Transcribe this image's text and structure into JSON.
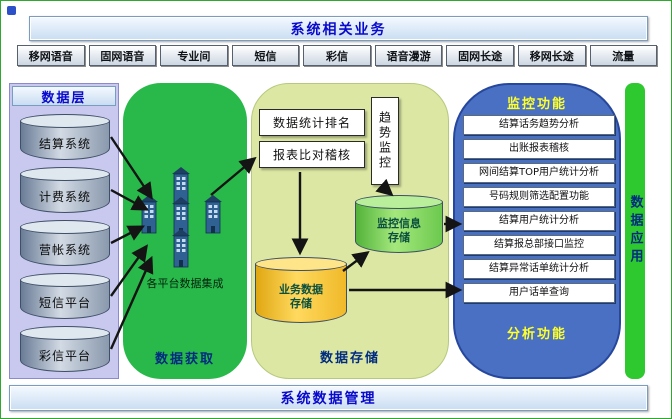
{
  "top_banner": {
    "title": "系统相关业务"
  },
  "services": [
    "移网语音",
    "固网语音",
    "专业间",
    "短信",
    "彩信",
    "语音漫游",
    "固网长途",
    "移网长途",
    "流量"
  ],
  "data_layer": {
    "title": "数据层",
    "systems": [
      "结算系统",
      "计费系统",
      "营帐系统",
      "短信平台",
      "彩信平台"
    ]
  },
  "acquisition": {
    "label": "数据获取",
    "caption": "各平台数据集成"
  },
  "storage": {
    "label": "数据存储",
    "rank_box": "数据统计排名",
    "audit_box": "报表比对稽核",
    "trend_box": "趋势监控",
    "monitor_store": "监控信息存储",
    "business_store": "业务数据存储"
  },
  "application": {
    "monitor_title": "监控功能",
    "analysis_title": "分析功能",
    "items": [
      "结算话务趋势分析",
      "出账报表稽核",
      "网间结算TOP用户统计分析",
      "号码规则筛选配置功能",
      "结算用户统计分析",
      "结算报总部接口监控",
      "结算异常话单统计分析",
      "用户话单查询"
    ],
    "side_label": "数据应用"
  },
  "bottom_banner": {
    "title": "系统数据管理"
  },
  "icons": {
    "cluster": "buildings-cluster-icon",
    "database": "database-cylinder-icon"
  },
  "colors": {
    "banner-text": "#0a0acc",
    "banner-bg-top": "#f4f9ff",
    "banner-bg-bottom": "#c9ddf2",
    "panel-bg": "#c9c9ef",
    "area-green": "#28b94a",
    "area-yellow": "#dbe7a3",
    "area-blue": "#4a70c4",
    "strip-green": "#2ec92e",
    "label-navy": "#002b80",
    "func-title": "#ffff2a"
  }
}
